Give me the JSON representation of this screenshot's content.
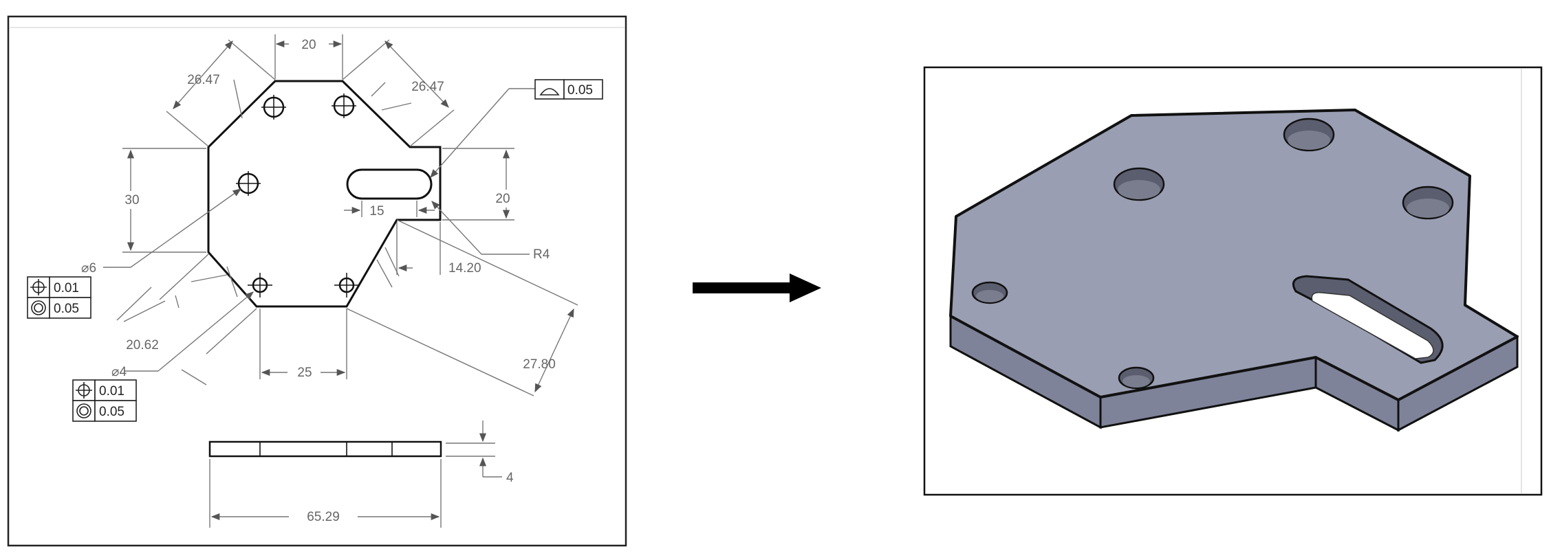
{
  "drawing_2d": {
    "dimensions": {
      "top_width": "20",
      "chamfer_left": "26.47",
      "chamfer_right": "26.47",
      "left_height": "30",
      "tab_height": "20",
      "slot_length": "15",
      "slot_radius": "R4",
      "tab_depth": "14.20",
      "lower_left_chamfer": "20.62",
      "lower_right_chamfer": "27.80",
      "bottom_width": "25",
      "thickness": "4",
      "overall_width": "65.29",
      "large_hole_dia": "⌀6",
      "small_hole_dia": "⌀4"
    },
    "tolerances": {
      "profile": {
        "symbol": "profile-of-line",
        "value": "0.05"
      },
      "large_holes": [
        {
          "symbol": "position",
          "value": "0.01"
        },
        {
          "symbol": "concentricity",
          "value": "0.05"
        }
      ],
      "small_holes": [
        {
          "symbol": "position",
          "value": "0.01"
        },
        {
          "symbol": "concentricity",
          "value": "0.05"
        }
      ]
    }
  },
  "arrow": {
    "icon": "right-arrow-icon"
  },
  "model_3d": {
    "colors": {
      "top_face": "#9a9eb2",
      "side_face": "#7f8399",
      "edge": "#111111"
    }
  }
}
